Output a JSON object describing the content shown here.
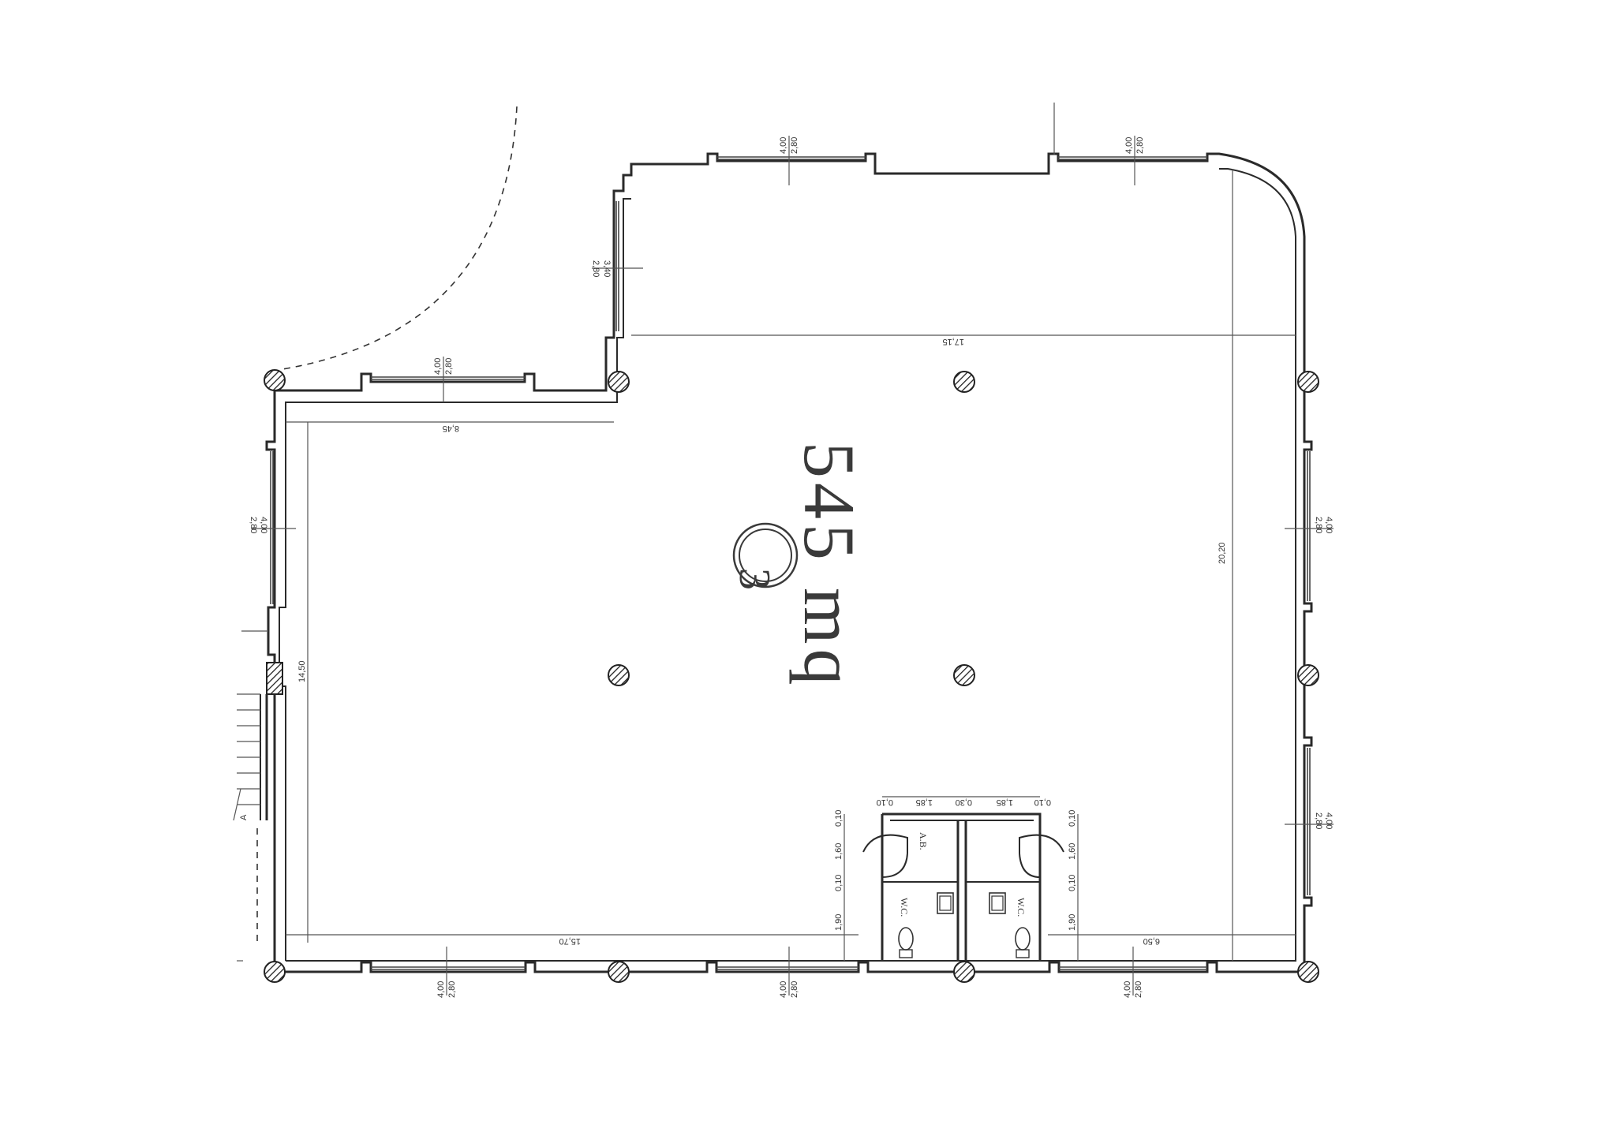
{
  "plan": {
    "area_label": "545 mq",
    "room_number": "3",
    "dimensions": {
      "width_top": "17,15",
      "width_left": "8,45",
      "width_bottom": "15,70",
      "width_bottom_right": "6,50",
      "height_right": "20,20",
      "height_left": "14,50"
    },
    "window_labels": {
      "height_a": "4,00",
      "height_b": "2,80",
      "inset_a": "3,40",
      "inset_b": "2,80"
    },
    "wc_dims": {
      "top_row": [
        "0,10",
        "1,85",
        "0,30",
        "1,85",
        "0,10"
      ],
      "left_col": [
        "0,10",
        "1,60",
        "0,10",
        "1,90"
      ],
      "right_col": [
        "0,10",
        "1,60",
        "0,10",
        "1,90"
      ]
    },
    "rooms": {
      "antibagno": "A.B.",
      "wc_left": "W.C.",
      "wc_right": "W.C."
    },
    "section_mark": "A"
  }
}
